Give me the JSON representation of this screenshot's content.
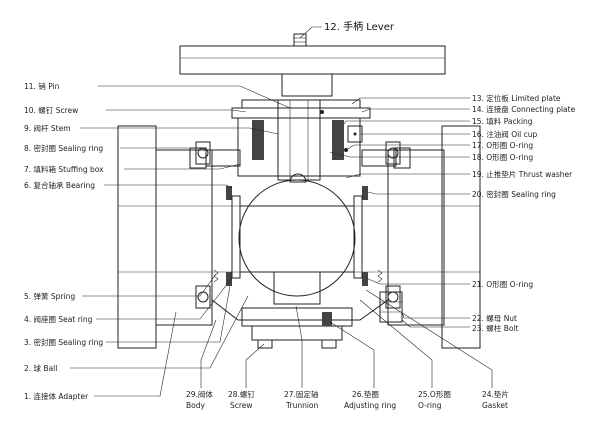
{
  "title_callout": "12. 手柄 Lever",
  "left_callouts": [
    {
      "id": "pin",
      "text": "11. 销 Pin"
    },
    {
      "id": "screw",
      "text": "10. 螺钉 Screw"
    },
    {
      "id": "stem",
      "text": "9. 阀杆 Stem"
    },
    {
      "id": "sealing-ring-8",
      "text": "8. 密封圈 Sealing ring"
    },
    {
      "id": "stuffing-box",
      "text": "7. 填料箱 Stuffing box"
    },
    {
      "id": "bearing",
      "text": "6. 复合轴承 Bearing"
    },
    {
      "id": "spring",
      "text": "5. 弹簧 Spring"
    },
    {
      "id": "seat-ring",
      "text": "4. 阀座圈 Seat ring"
    },
    {
      "id": "sealing-ring-3",
      "text": "3. 密封圈 Sealing ring"
    },
    {
      "id": "ball",
      "text": "2. 球 Ball"
    },
    {
      "id": "adapter",
      "text": "1. 连接体 Adapter"
    }
  ],
  "right_callouts": [
    {
      "id": "limited-plate",
      "text": "13. 定位板 Limited plate"
    },
    {
      "id": "connecting-plate",
      "text": "14. 连接盘 Connecting plate"
    },
    {
      "id": "packing",
      "text": "15. 填料 Packing"
    },
    {
      "id": "oil-cup",
      "text": "16. 注油阀 Oil cup"
    },
    {
      "id": "o-ring-17",
      "text": "17. O形圈 O-ring"
    },
    {
      "id": "o-ring-18",
      "text": "18. O形圈 O-ring"
    },
    {
      "id": "thrust-washer",
      "text": "19. 止推垫片 Thrust washer"
    },
    {
      "id": "sealing-ring-20",
      "text": "20. 密封圈 Sealing ring"
    },
    {
      "id": "o-ring-21",
      "text": "21. O形圈 O-ring"
    },
    {
      "id": "nut",
      "text": "22. 螺母 Nut"
    },
    {
      "id": "bolt",
      "text": "23. 螺柱 Bolt"
    }
  ],
  "bottom_callouts": [
    {
      "id": "body",
      "cn": "29.阀体",
      "en": "Body"
    },
    {
      "id": "screw-28",
      "cn": "28.螺钉",
      "en": "Screw"
    },
    {
      "id": "trunnion",
      "cn": "27.固定轴",
      "en": "Trunnion"
    },
    {
      "id": "adjusting-ring",
      "cn": "26.垫圈",
      "en": "Adjusting ring"
    },
    {
      "id": "o-ring-25",
      "cn": "25.O形圈",
      "en": "O-ring"
    },
    {
      "id": "gasket",
      "cn": "24.垫片",
      "en": "Gasket"
    }
  ]
}
